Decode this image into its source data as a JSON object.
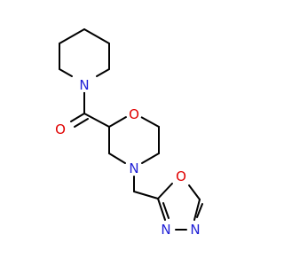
{
  "molecule": {
    "colors": {
      "bond": "#000000",
      "nitrogen": "#1f1fd6",
      "oxygen": "#e00000"
    },
    "atoms": {
      "n_piperidine": {
        "symbol": "N",
        "element": "nitrogen"
      },
      "o_carbonyl": {
        "symbol": "O",
        "element": "oxygen"
      },
      "o_morpholine": {
        "symbol": "O",
        "element": "oxygen"
      },
      "n_morpholine": {
        "symbol": "N",
        "element": "nitrogen"
      },
      "o_oxadiazole": {
        "symbol": "O",
        "element": "oxygen"
      },
      "n3_oxadiazole": {
        "symbol": "N",
        "element": "nitrogen"
      },
      "n4_oxadiazole": {
        "symbol": "N",
        "element": "nitrogen"
      }
    }
  }
}
